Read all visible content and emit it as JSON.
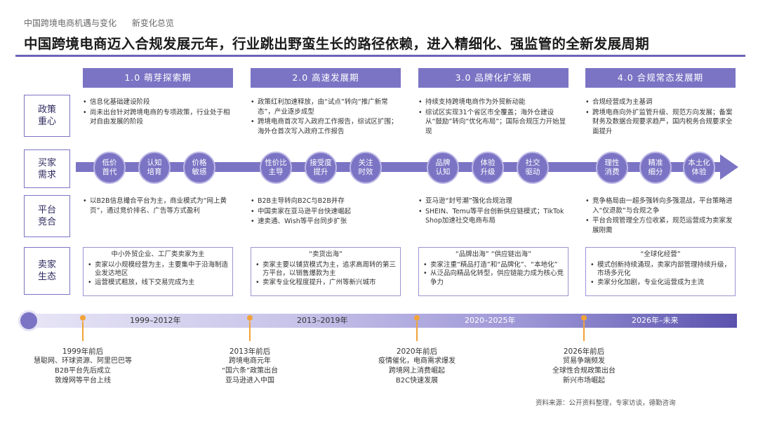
{
  "breadcrumb": [
    "中国跨境电商机遇与变化",
    "新变化总览"
  ],
  "title": "中国跨境电商迈入合规发展元年，行业跳出野蛮生长的路径依赖，进入精细化、强监管的全新发展周期",
  "accent_color": "#7b74c4",
  "phases": [
    "1.0 萌芽探索期",
    "2.0 高速发展期",
    "3.0 品牌化扩张期",
    "4.0 合规常态发展期"
  ],
  "row_labels": [
    "政策重心",
    "买家需求",
    "平台竞合",
    "卖家生态"
  ],
  "policy": [
    [
      "信息化基础建设阶段",
      "尚未出台针对跨境电商的专项政策，行业处于相对自由发展的阶段"
    ],
    [
      "政策红利加速释放，由“试点”转向“推广新常态”，产业逐步成型",
      "跨境电商首次写入政府工作报告，综试区扩围；海外仓首次写入政府工作报告"
    ],
    [
      "持续支持跨境电商作为外贸新动能",
      "综试区实现31个省区市全覆盖；海外仓建设从“鼓励”转向“优化布局”；国际合规压力开始显现"
    ],
    [
      "合规经营成为主基调",
      "跨境电商向外扩监管升级、规范方向发展；备案财务及数据合规要求趋严，国内税务合规要求全面提升"
    ]
  ],
  "demand": [
    [
      "低价",
      "首代"
    ],
    [
      "认知",
      "培育"
    ],
    [
      "价格",
      "敏感"
    ],
    [
      "性价比",
      "主导"
    ],
    [
      "接受度",
      "提升"
    ],
    [
      "关注",
      "时效"
    ],
    [
      "品牌",
      "认知"
    ],
    [
      "体验",
      "升级"
    ],
    [
      "社交",
      "驱动"
    ],
    [
      "理性",
      "消费"
    ],
    [
      "精准",
      "细分"
    ],
    [
      "本土化",
      "体验"
    ]
  ],
  "platform": [
    [
      "以B2B信息撮合平台为主，商业模式为“网上黄页”，通过竞价排名、广告等方式盈利"
    ],
    [
      "B2B主导转向B2C与B2B并存",
      "中国卖家在亚马逊平台快速崛起",
      "速卖通、Wish等平台同步扩张"
    ],
    [
      "亚马逊“封号潮”强化合规治理",
      "SHEIN、Temu等平台创新供应链模式；TikTok Shop加速社交电商布局"
    ],
    [
      "竞争格局由一超多强转向多强混战，平台策略进入“仅退款”与合规之争",
      "平台合规管理全方位收紧，规范运营成为卖家发展刚需"
    ]
  ],
  "ecology": [
    {
      "title": "中小外贸企业、工厂类卖家为主",
      "items": [
        "卖家以小规模经营为主，主要集中于沿海制造业发达地区",
        "运营模式粗放，线下交易完成为主"
      ]
    },
    {
      "title": "“卖货出海”",
      "items": [
        "卖家主要以铺货模式为主，追求高周转的第三方平台，以销售爆款为主",
        "卖家专业化程度提升，广州等新兴城市"
      ]
    },
    {
      "title": "“品牌出海” “供应链出海”",
      "items": [
        "卖家注重“精品打造”和“品牌化”、“本地化”",
        "从泛品向精品化转型，供应链能力成为核心竞争力"
      ]
    },
    {
      "title": "“全球化经营”",
      "items": [
        "模式创新持续涌现，卖家内部管理持续升级，市场多元化",
        "卖家分化加剧，专业化运营成为主流"
      ]
    }
  ],
  "timeline_periods": [
    "1999–2012年",
    "2013–2019年",
    "2020–2025年",
    "2026年–未来"
  ],
  "milestones": [
    {
      "year": "1999年前后",
      "lines": [
        "慧聪网、环球资源、阿里巴巴等",
        "B2B平台先后成立",
        "敦煌网等平台上线"
      ]
    },
    {
      "year": "2013年前后",
      "lines": [
        "跨境电商元年",
        "“国六条”政策出台",
        "亚马逊进入中国"
      ]
    },
    {
      "year": "2020年前后",
      "lines": [
        "疫情催化，电商需求爆发",
        "跨境网上消费崛起",
        "B2C快速发展"
      ]
    },
    {
      "year": "2026年前后",
      "lines": [
        "贸易争端频发",
        "全球性合规政策出台",
        "新兴市场崛起"
      ]
    }
  ],
  "source": "资料来源：公开资料整理，专家访谈，德勤咨询"
}
